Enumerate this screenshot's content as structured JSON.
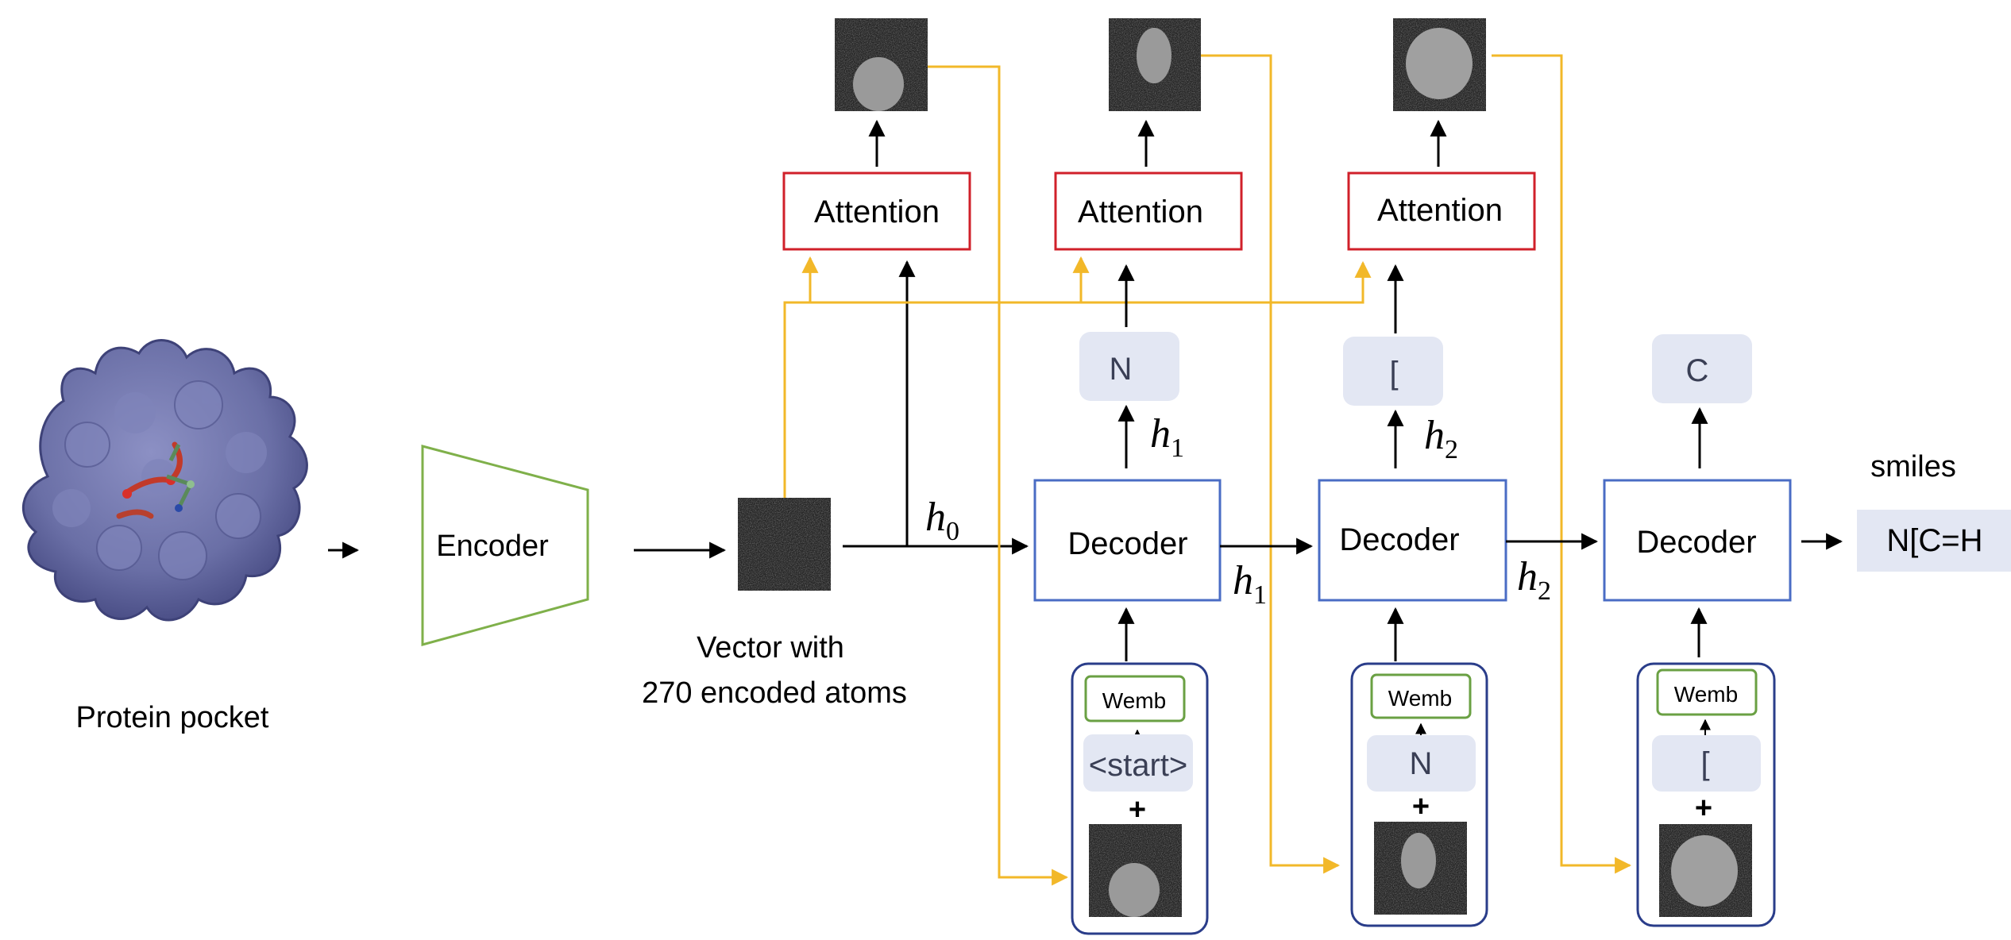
{
  "protein_label": "Protein pocket",
  "encoder_label": "Encoder",
  "vector_caption": {
    "line1": "Vector with",
    "line2": "270 encoded atoms"
  },
  "attention_label": "Attention",
  "decoder_label": "Decoder",
  "wemb_label": "Wemb",
  "plus_sign": "+",
  "hidden_states": {
    "h0": "h",
    "h0_sub": "0",
    "h1": "h",
    "h1_sub": "1",
    "h2": "h",
    "h2_sub": "2"
  },
  "output_tokens": [
    "N",
    "[",
    "C"
  ],
  "input_tokens": [
    "<start>",
    "N",
    "["
  ],
  "smiles_label": "smiles",
  "smiles_value": "N[C=H",
  "colors": {
    "attention_border": "#d0202a",
    "decoder_border": "#4a6cc4",
    "encoder_border": "#7fb04a",
    "wemb_border": "#6aa043",
    "input_panel_border": "#2a3d8a",
    "token_fill": "#e3e7f3",
    "attention_flow": "#f2b829",
    "arrow": "#000000",
    "protein_surface": "#6a6fa6"
  }
}
